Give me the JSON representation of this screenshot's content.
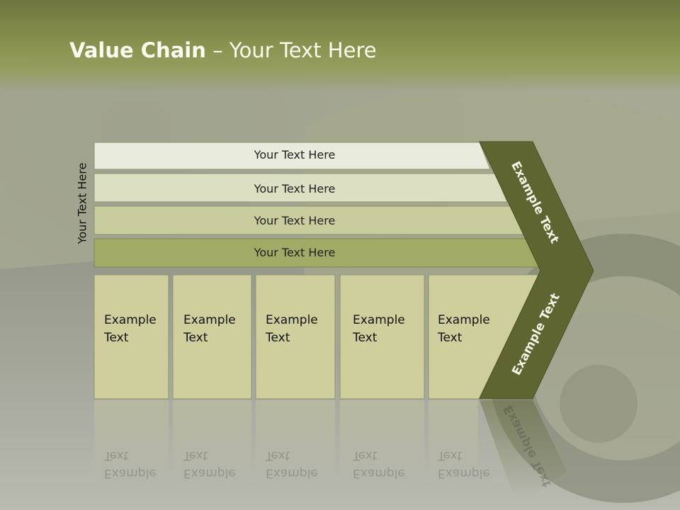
{
  "slide": {
    "title_bold": "Value Chain",
    "title_rest": " – Your Text Here",
    "side_label": "Your Text Here"
  },
  "rows": [
    {
      "label": "Your Text Here"
    },
    {
      "label": "Your Text Here"
    },
    {
      "label": "Your Text Here"
    },
    {
      "label": "Your Text Here"
    }
  ],
  "cells": [
    {
      "label": "Example\nText"
    },
    {
      "label": "Example\nText"
    },
    {
      "label": "Example\nText"
    },
    {
      "label": "Example\nText"
    },
    {
      "label": "Example\nText"
    }
  ],
  "chevron": {
    "upper_label": "Example Text",
    "lower_label": "Example Text"
  },
  "colors": {
    "header": "#7d8546",
    "row1": "#e9ebdc",
    "row2": "#dcdfc1",
    "row3": "#c9cd9d",
    "row4": "#a2ab66",
    "cell": "#cfcf9e",
    "chevron": "#5f6530"
  }
}
